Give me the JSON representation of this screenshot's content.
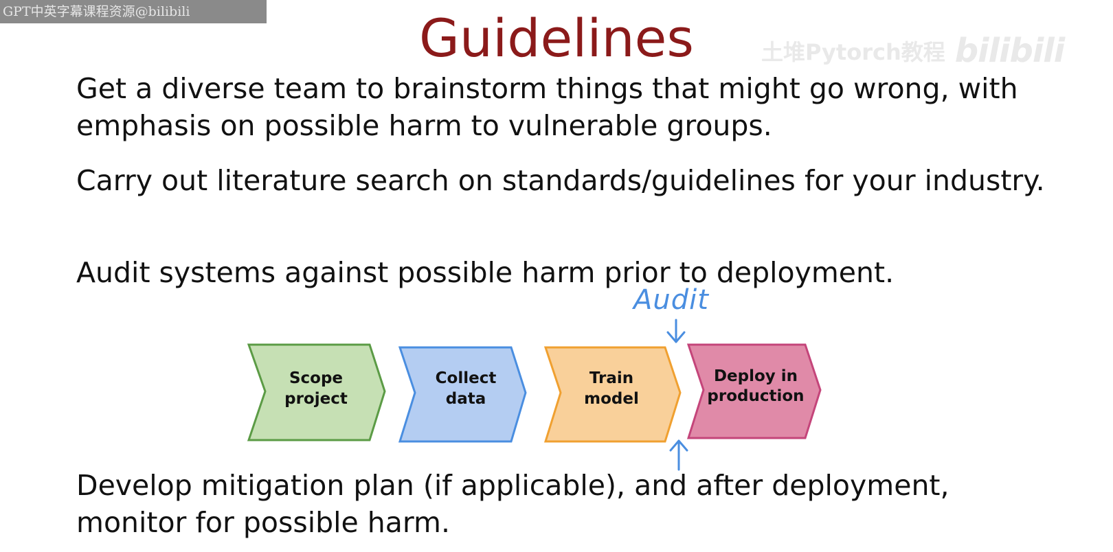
{
  "watermark_top_left": "GPT中英字幕课程资源@bilibili",
  "watermark_top_right": {
    "text": "土堆Pytorch教程",
    "logo": "bilibili"
  },
  "title": "Guidelines",
  "paragraphs": [
    "Get a diverse team to brainstorm things that might go wrong, with emphasis on possible harm to vulnerable groups.",
    "Carry out literature search on standards/guidelines for your industry.",
    "Audit systems against possible harm prior to deployment."
  ],
  "final_paragraph": "Develop mitigation plan (if applicable), and after deployment, monitor for possible harm.",
  "pipeline": {
    "audit_label": "Audit",
    "steps": [
      {
        "line1": "Scope",
        "line2": "project",
        "fill": "#c6e0b4",
        "stroke": "#5b9b45"
      },
      {
        "line1": "Collect",
        "line2": "data",
        "fill": "#b4cdf2",
        "stroke": "#4a8ee0"
      },
      {
        "line1": "Train",
        "line2": "model",
        "fill": "#f9d09a",
        "stroke": "#f0a030"
      },
      {
        "line1": "Deploy in",
        "line2": "production",
        "fill": "#e08aa8",
        "stroke": "#c4457a"
      }
    ],
    "arrow_color": "#4a8ee0"
  },
  "colors": {
    "title": "#8b1a1a",
    "body_text": "#111111"
  }
}
